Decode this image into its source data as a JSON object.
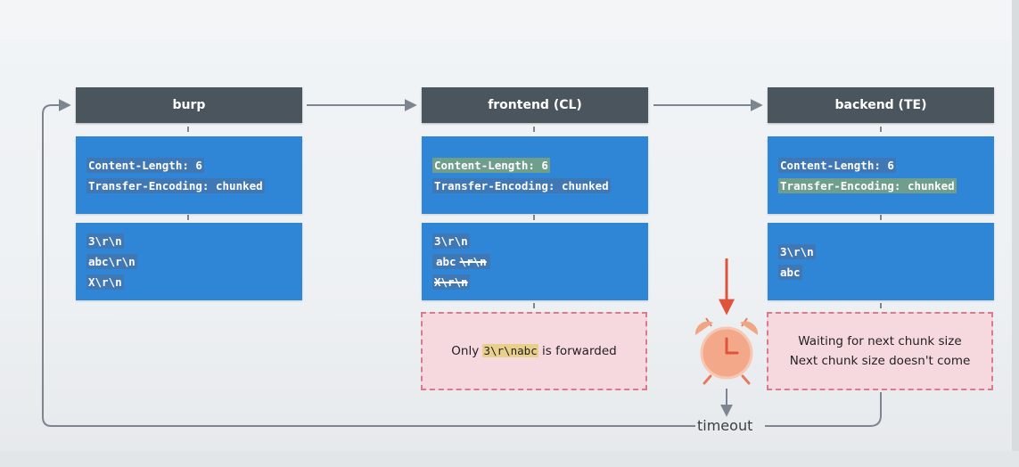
{
  "nodes": [
    {
      "id": "burp",
      "title": "burp"
    },
    {
      "id": "frontend",
      "title": "frontend (CL)"
    },
    {
      "id": "backend",
      "title": "backend (TE)"
    }
  ],
  "burp": {
    "headers": [
      "Content-Length: 6",
      "Transfer-Encoding: chunked"
    ],
    "body": [
      "3\\r\\n",
      "abc\\r\\n",
      "X\\r\\n"
    ]
  },
  "frontend": {
    "headers": [
      "Content-Length: 6",
      "Transfer-Encoding: chunked"
    ],
    "body_line1": "3\\r\\n",
    "body_line2_keep": "abc",
    "body_line2_strike": "\\r\\n",
    "body_line3_strike": "X\\r\\n",
    "note_prefix": "Only ",
    "note_code": "3\\r\\nabc",
    "note_suffix": " is forwarded"
  },
  "backend": {
    "headers": [
      "Content-Length: 6",
      "Transfer-Encoding: chunked"
    ],
    "body": [
      "3\\r\\n",
      "abc"
    ],
    "note_lines": [
      "Waiting for next chunk size",
      "Next chunk size doesn't come"
    ]
  },
  "timeout_label": "timeout",
  "icons": {
    "alarm": "alarm-clock-icon"
  },
  "colors": {
    "header_bg": "#4a555e",
    "panel_bg": "#2f86d6",
    "highlight": "#6f9e8a",
    "note_bg": "#f6d8df",
    "note_border": "#d77b8d",
    "arrow_red": "#e0533a",
    "connector": "#7c8590"
  }
}
